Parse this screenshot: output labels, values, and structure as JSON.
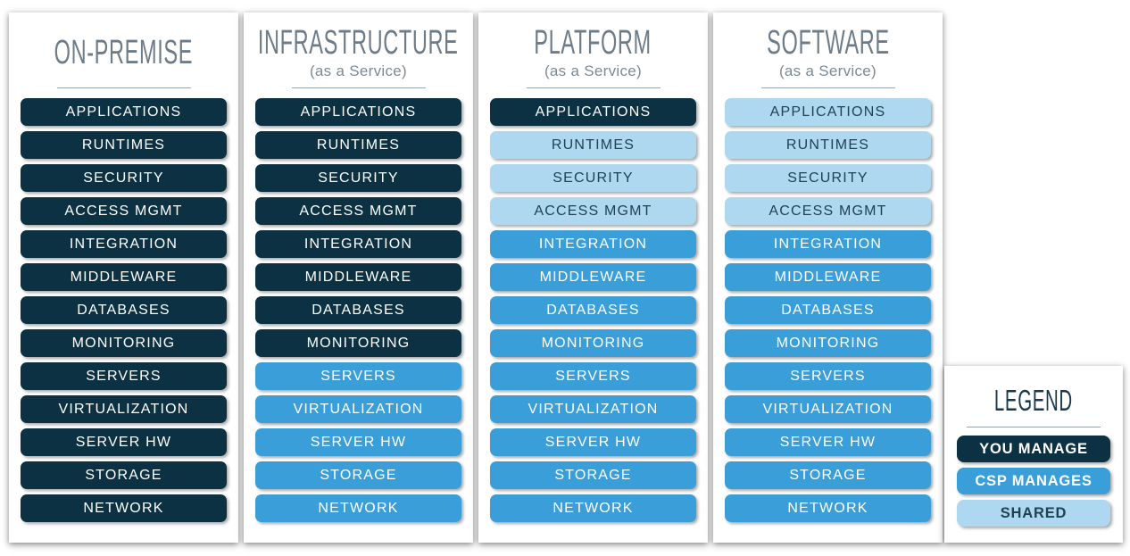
{
  "rows": [
    "APPLICATIONS",
    "RUNTIMES",
    "SECURITY",
    "ACCESS MGMT",
    "INTEGRATION",
    "MIDDLEWARE",
    "DATABASES",
    "MONITORING",
    "SERVERS",
    "VIRTUALIZATION",
    "SERVER HW",
    "STORAGE",
    "NETWORK"
  ],
  "columns": [
    {
      "title": "ON-PREMISE",
      "subtitle": "",
      "cells": [
        "you",
        "you",
        "you",
        "you",
        "you",
        "you",
        "you",
        "you",
        "you",
        "you",
        "you",
        "you",
        "you"
      ]
    },
    {
      "title": "INFRASTRUCTURE",
      "subtitle": "(as a Service)",
      "cells": [
        "you",
        "you",
        "you",
        "you",
        "you",
        "you",
        "you",
        "you",
        "csp",
        "csp",
        "csp",
        "csp",
        "csp"
      ]
    },
    {
      "title": "PLATFORM",
      "subtitle": "(as a Service)",
      "cells": [
        "you",
        "shared",
        "shared",
        "shared",
        "csp",
        "csp",
        "csp",
        "csp",
        "csp",
        "csp",
        "csp",
        "csp",
        "csp"
      ]
    },
    {
      "title": "SOFTWARE",
      "subtitle": "(as a Service)",
      "cells": [
        "shared",
        "shared",
        "shared",
        "shared",
        "csp",
        "csp",
        "csp",
        "csp",
        "csp",
        "csp",
        "csp",
        "csp",
        "csp"
      ]
    }
  ],
  "legend": {
    "title": "LEGEND",
    "items": [
      {
        "label": "YOU MANAGE",
        "key": "you"
      },
      {
        "label": "CSP MANAGES",
        "key": "csp"
      },
      {
        "label": "SHARED",
        "key": "shared"
      }
    ]
  },
  "colors": {
    "you_manage": "#0b3143",
    "csp_manages": "#3a9fd9",
    "shared": "#aed8ef",
    "shared_text": "#1e4156",
    "title_gray": "#6d7c88",
    "legend_title": "#17384d"
  }
}
